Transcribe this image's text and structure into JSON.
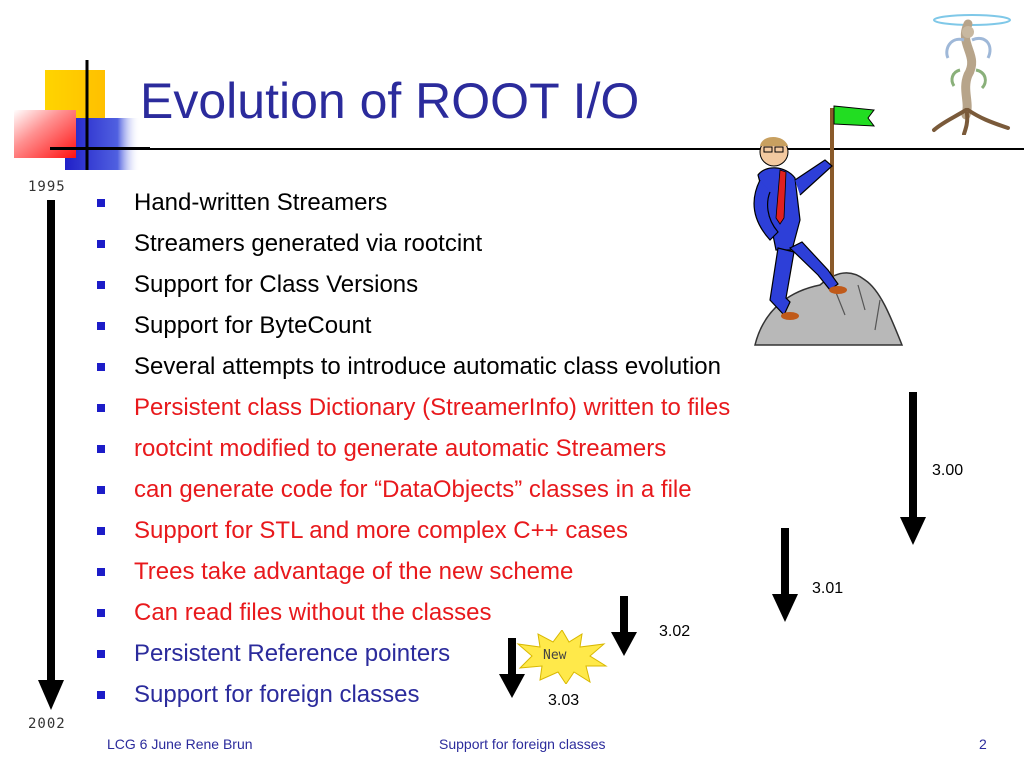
{
  "slide": {
    "title": "Evolution of ROOT I/O",
    "years": {
      "start": "1995",
      "end": "2002"
    },
    "bullets": [
      {
        "text": "Hand-written Streamers",
        "color": "#000000"
      },
      {
        "text": "Streamers generated via rootcint",
        "color": "#000000"
      },
      {
        "text": "Support for Class Versions",
        "color": "#000000"
      },
      {
        "text": "Support for ByteCount",
        "color": "#000000"
      },
      {
        "text": "Several attempts to introduce automatic class evolution",
        "color": "#000000"
      },
      {
        "text": "Persistent class Dictionary (StreamerInfo) written to files",
        "color": "#e8191c"
      },
      {
        "text": "rootcint modified to generate automatic Streamers",
        "color": "#e8191c"
      },
      {
        "text": "can generate code for “DataObjects” classes in a file",
        "color": "#e8191c"
      },
      {
        "text": "Support for STL and more complex C++ cases",
        "color": "#e8191c"
      },
      {
        "text": "Trees take advantage of the new scheme",
        "color": "#e8191c"
      },
      {
        "text": "Can read files without the classes",
        "color": "#e8191c"
      },
      {
        "text": "Persistent Reference pointers",
        "color": "#2b2b9c"
      },
      {
        "text": "Support for foreign classes",
        "color": "#2b2b9c"
      }
    ],
    "versions": [
      "3.00",
      "3.01",
      "3.02",
      "3.03"
    ],
    "new_badge": "New",
    "colors": {
      "title": "#2b2b9c",
      "bullet_square": "#1c1cc8",
      "red_text": "#e8191c",
      "badge": "#ffe94a"
    }
  },
  "footer": {
    "left": "LCG 6 June  Rene Brun",
    "center": "Support for foreign classes",
    "page": "2"
  }
}
